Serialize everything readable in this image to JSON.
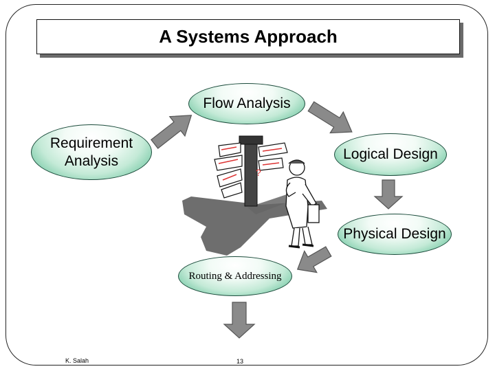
{
  "slide": {
    "title": "A Systems Approach",
    "nodes": {
      "flow_analysis": "Flow Analysis",
      "requirement_analysis": "Requirement Analysis",
      "logical_design": "Logical Design",
      "physical_design": "Physical Design",
      "routing_addressing": "Routing & Addressing"
    },
    "footer": {
      "author": "K. Salah",
      "page": "13"
    }
  },
  "colors": {
    "node_edge": "#4fb88c",
    "arrow_fill": "#8a8a8a",
    "arrow_stroke": "#555555"
  },
  "illustration": {
    "name": "person-at-signpost-clipart",
    "sign_glyph": "?"
  }
}
